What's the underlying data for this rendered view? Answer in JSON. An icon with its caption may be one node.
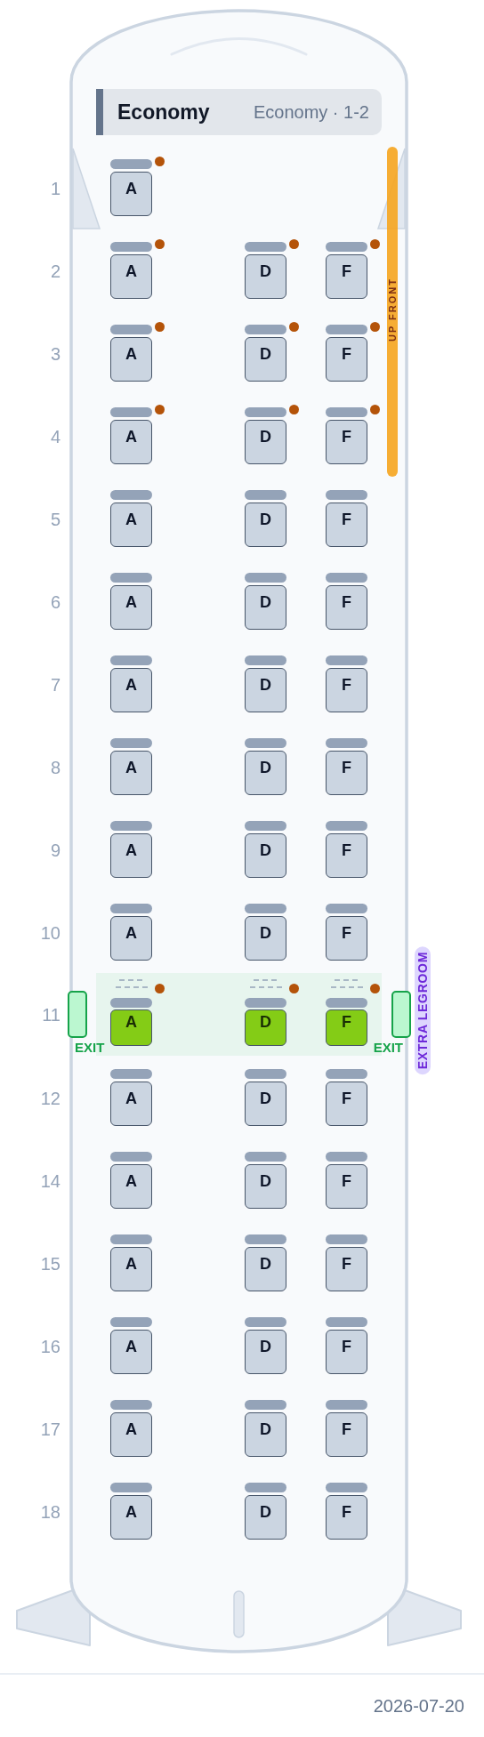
{
  "diagram": {
    "nodes": [
      {
        "text": [
          "Economy",
          "Economy · 1-2"
        ]
      },
      {
        "text": [
          "A"
        ]
      },
      {
        "text": [
          "A"
        ]
      },
      {
        "text": [
          "D"
        ]
      },
      {
        "text": [
          "F"
        ]
      },
      {
        "text": [
          "A"
        ]
      },
      {
        "text": [
          "D"
        ]
      },
      {
        "text": [
          "F"
        ]
      },
      {
        "text": [
          "A"
        ]
      },
      {
        "text": [
          "D"
        ]
      },
      {
        "text": [
          "F"
        ]
      },
      {
        "text": [
          "A"
        ]
      },
      {
        "text": [
          "D"
        ]
      },
      {
        "text": [
          "F"
        ]
      },
      {
        "text": [
          "A"
        ]
      },
      {
        "text": [
          "D"
        ]
      },
      {
        "text": [
          "F"
        ]
      },
      {
        "text": [
          "A"
        ]
      },
      {
        "text": [
          "D"
        ]
      },
      {
        "text": [
          "F"
        ]
      },
      {
        "text": [
          "A"
        ]
      },
      {
        "text": [
          "D"
        ]
      },
      {
        "text": [
          "F"
        ]
      },
      {
        "text": [
          "A"
        ]
      },
      {
        "text": [
          "D"
        ]
      },
      {
        "text": [
          "F"
        ]
      },
      {
        "text": [
          "A"
        ]
      },
      {
        "text": [
          "D"
        ]
      },
      {
        "text": [
          "F"
        ]
      },
      {
        "text": [
          "A"
        ]
      },
      {
        "text": [
          "D"
        ]
      },
      {
        "text": [
          "F"
        ]
      },
      {
        "text": [
          "A"
        ]
      },
      {
        "text": [
          "D"
        ]
      },
      {
        "text": [
          "F"
        ]
      },
      {
        "text": [
          "A"
        ]
      },
      {
        "text": [
          "D"
        ]
      },
      {
        "text": [
          "F"
        ]
      },
      {
        "text": [
          "A"
        ]
      },
      {
        "text": [
          "D"
        ]
      },
      {
        "text": [
          "F"
        ]
      },
      {
        "text": [
          "A"
        ]
      },
      {
        "text": [
          "D"
        ]
      },
      {
        "text": [
          "F"
        ]
      },
      {
        "text": [
          "A"
        ]
      },
      {
        "text": [
          "D"
        ]
      },
      {
        "text": [
          "F"
        ]
      },
      {
        "text": [
          "A"
        ]
      },
      {
        "text": [
          "D"
        ]
      },
      {
        "text": [
          "F"
        ]
      }
    ],
    "labels": [
      "1",
      "2",
      "UP FRONT",
      "3",
      "4",
      "5",
      "6",
      "7",
      "8",
      "9",
      "10",
      "EXTRA LEGROOM",
      "11",
      "EXIT",
      "EXIT",
      "12",
      "14",
      "15",
      "16",
      "17",
      "18",
      "2026-07-20"
    ]
  }
}
